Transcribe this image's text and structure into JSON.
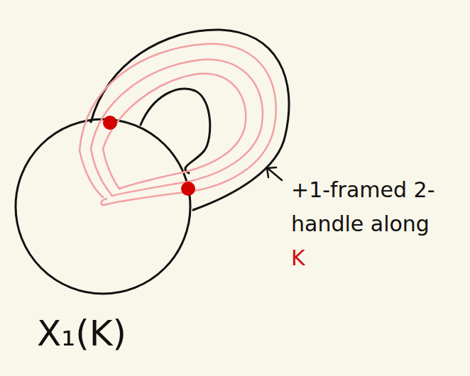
{
  "diagram": {
    "labels": [
      "+1-framed 2-handle along",
      "K",
      "X₁(K)"
    ]
  }
}
